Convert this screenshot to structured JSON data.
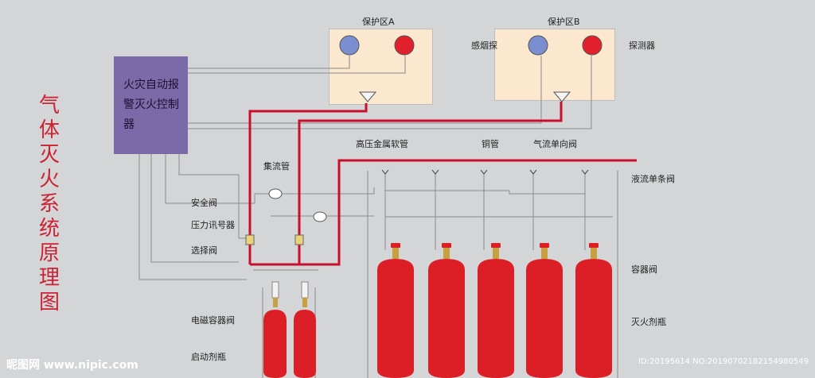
{
  "title": "气体灭火系统原理图",
  "controller": {
    "label": "火灾自动报警灭火控制器"
  },
  "zones": [
    {
      "label": "保护区A"
    },
    {
      "label": "保护区B"
    }
  ],
  "labels": {
    "smoke_detector": "感烟探",
    "heat_detector": "探测器",
    "manifold": "集流管",
    "hose": "高压金属软管",
    "copper_pipe": "铜管",
    "check_valve_gas": "气流单向阀",
    "check_valve_liquid": "液流单条阀",
    "safety_valve": "安全阀",
    "pressure_switch": "压力讯号器",
    "selector_valve": "选择阀",
    "container_valve": "容器阀",
    "agent_cylinder": "灭火剂瓶",
    "solenoid_valve": "电磁容器阀",
    "pilot_cylinder": "启动剂瓶"
  },
  "colors": {
    "pipe": "#c8102e",
    "controller": "#7b6aa8",
    "zone": "#fbe8cf",
    "smoke_detector": "#7a8ed0",
    "heat_detector": "#e0202a",
    "cylinder": "#dc1f27",
    "title": "#cc2233"
  },
  "watermark": "昵图网 www.nipic.com",
  "image_id": "ID:20195614 NO:20190702182154980549"
}
